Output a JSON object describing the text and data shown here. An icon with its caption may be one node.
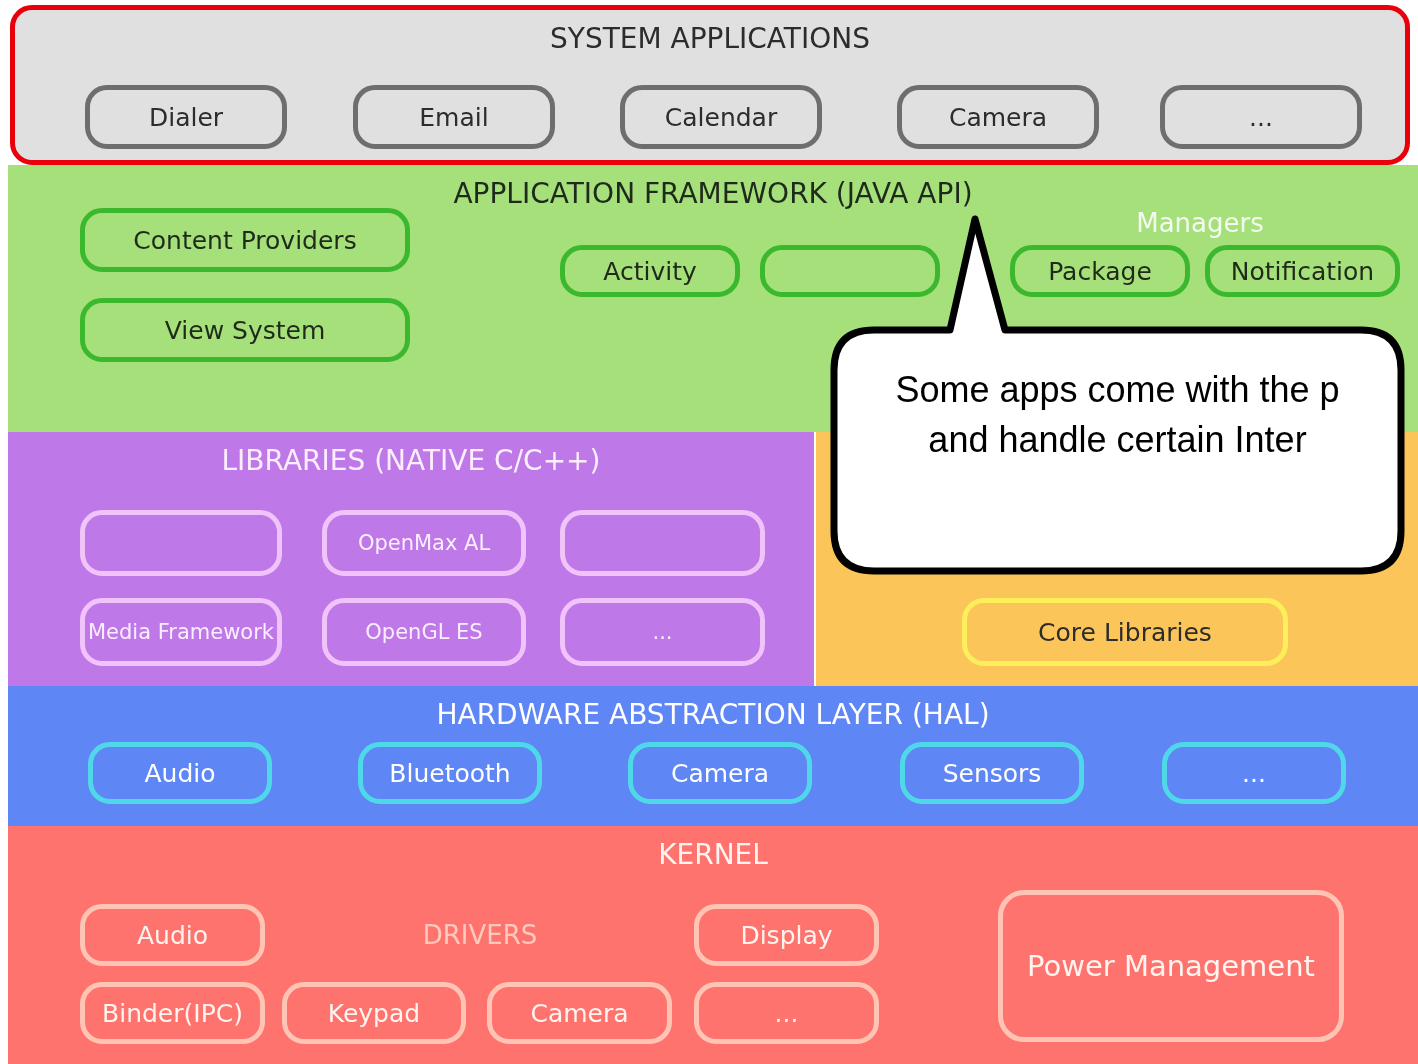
{
  "diagram": {
    "nodes": [
      {
        "text": [
          "SYSTEM APPLICATIONS"
        ]
      },
      {
        "text": [
          "Dialer"
        ],
        "in": 0
      },
      {
        "text": [
          "Email"
        ],
        "in": 0
      },
      {
        "text": [
          "Calendar"
        ],
        "in": 0
      },
      {
        "text": [
          "Camera"
        ],
        "in": 0
      },
      {
        "text": [
          "..."
        ],
        "in": 0
      },
      {
        "text": [
          "APPLICATION FRAMEWORK (JAVA API)"
        ]
      },
      {
        "text": [
          "Content Providers"
        ],
        "in": 6
      },
      {
        "text": [
          "Activity"
        ],
        "in": 6
      },
      {
        "text": [],
        "shape": "box",
        "in": 6
      },
      {
        "text": [
          "Package"
        ],
        "in": 6
      },
      {
        "text": [
          "Notification"
        ],
        "in": 6
      },
      {
        "text": [
          "View System"
        ],
        "in": 6
      },
      {
        "text": [
          "LIBRARIES (NATIVE C/C++)"
        ]
      },
      {
        "text": [],
        "shape": "box",
        "in": 13
      },
      {
        "text": [
          "OpenMax AL"
        ],
        "in": 13
      },
      {
        "text": [],
        "shape": "box",
        "in": 13
      },
      {
        "text": [
          "Media Framework"
        ],
        "in": 13
      },
      {
        "text": [
          "OpenGL ES"
        ],
        "in": 13
      },
      {
        "text": [
          "..."
        ],
        "in": 13
      },
      {
        "text": [],
        "shape": "box"
      },
      {
        "text": [
          "Core Libraries"
        ],
        "in": 20
      },
      {
        "text": [
          "HARDWARE ABSTRACTION LAYER (HAL)"
        ]
      },
      {
        "text": [
          "Audio"
        ],
        "in": 22
      },
      {
        "text": [
          "Bluetooth"
        ],
        "in": 22
      },
      {
        "text": [
          "Camera"
        ],
        "in": 22
      },
      {
        "text": [
          "Sensors"
        ],
        "in": 22
      },
      {
        "text": [
          "..."
        ],
        "in": 22
      },
      {
        "text": [
          "KERNEL"
        ]
      },
      {
        "text": [
          "Audio"
        ],
        "in": 28
      },
      {
        "text": [
          "Display"
        ],
        "in": 28
      },
      {
        "text": [
          "Power Management"
        ],
        "in": 28
      },
      {
        "text": [
          "Binder(IPC)"
        ],
        "in": 28
      },
      {
        "text": [
          "Keypad"
        ],
        "in": 28
      },
      {
        "text": [
          "Camera"
        ],
        "in": 28
      },
      {
        "text": [
          "..."
        ],
        "in": 28
      },
      {
        "text": [
          "Some apps come with the p and handle certain Inter"
        ]
      }
    ],
    "labels": [
      "Managers",
      "DRIVERS"
    ]
  }
}
